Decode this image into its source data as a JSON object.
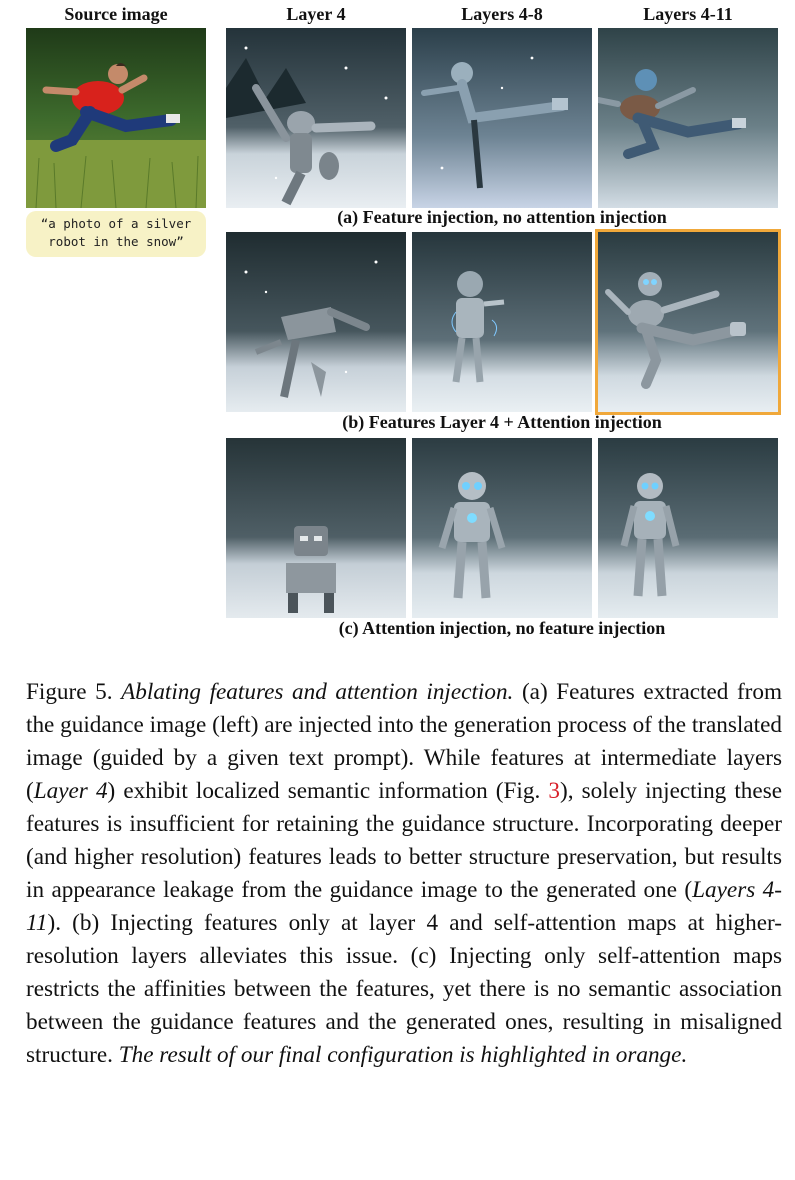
{
  "column_headers": {
    "source": "Source image",
    "layer4": "Layer 4",
    "layers4_8": "Layers 4-8",
    "layers4_11": "Layers 4-11"
  },
  "prompt": {
    "line1": "“a photo of a silver",
    "line2": "robot in the snow”"
  },
  "row_captions": {
    "a": "(a) Feature injection, no attention injection",
    "b": "(b)  Features Layer 4 + Attention injection",
    "c": "(c) Attention injection, no feature injection"
  },
  "highlight_color": "#f0a83a",
  "figure_caption": {
    "label": "Figure 5.",
    "title": "Ablating features and attention injection.",
    "part1": "(a) Features extracted from the guidance image (left) are injected into the generation process of the translated image (guided by a given text prompt). While features at intermediate layers (",
    "italic1": "Layer 4",
    "part2": ") exhibit localized semantic information (Fig.",
    "fig_ref": "3",
    "part3": "), solely injecting these features is insufficient for retaining the guidance structure. Incorporating deeper (and higher resolution) features leads to better structure preservation, but results in appearance leakage from the guidance image to the generated one (",
    "italic2": "Layers 4-11",
    "part4": "). (b) Injecting features only at layer 4 and self-attention maps at higher-resolution layers alleviates this issue. (c) Injecting only self-attention maps restricts the affinities between the features, yet there is no semantic association between the guidance features and the generated ones, resulting in misaligned structure.",
    "closing_italic": "The result of our final configuration is highlighted in orange."
  }
}
